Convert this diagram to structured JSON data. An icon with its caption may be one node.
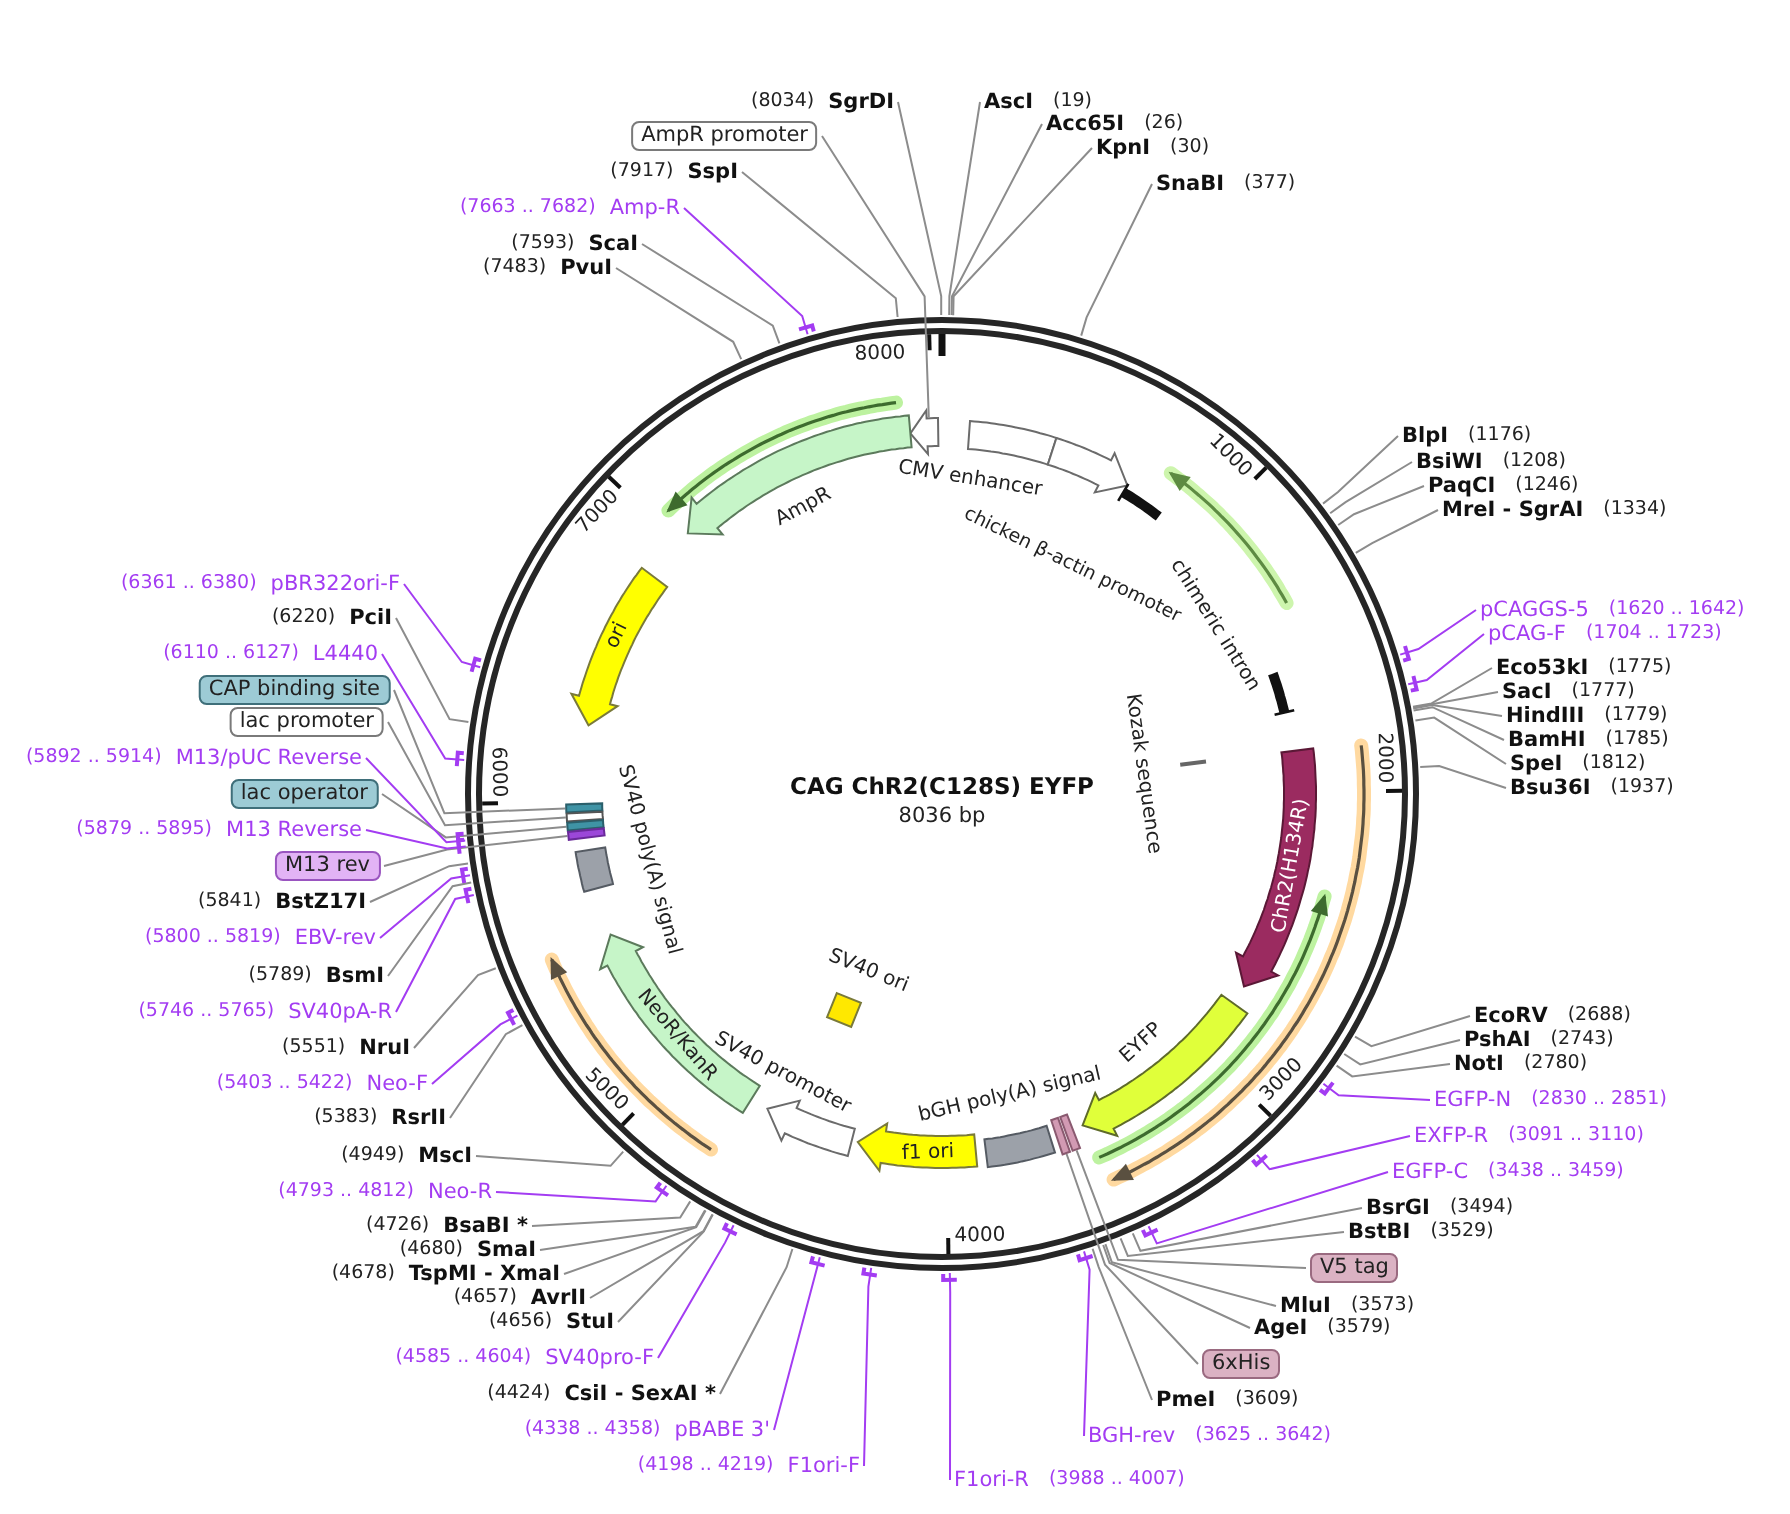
{
  "diagram": {
    "title": "CAG ChR2(C128S) EYFP",
    "nodes": [
      {
        "text": [
          "CMV enhancer"
        ]
      },
      {
        "text": [
          "chicken β-actin promoter"
        ]
      },
      {
        "text": [
          "chimeric intron"
        ]
      },
      {
        "text": [
          "Kozak sequence"
        ]
      },
      {
        "text": [
          "ChR2(H134R)"
        ]
      },
      {
        "text": [
          "EYFP"
        ]
      },
      {
        "text": [
          "bGH poly(A) signal"
        ]
      },
      {
        "text": [
          "f1 ori"
        ]
      },
      {
        "text": [
          "SV40 promoter"
        ]
      },
      {
        "text": [
          "SV40 ori"
        ]
      },
      {
        "text": [
          "NeoR/KanR"
        ]
      },
      {
        "text": [
          "SV40 poly(A) signal"
        ]
      },
      {
        "text": [
          "ori"
        ]
      },
      {
        "text": [
          "AmpR"
        ]
      },
      {
        "text": [],
        "shape": "arrow"
      },
      {
        "text": [],
        "shape": "bar"
      },
      {
        "text": [],
        "shape": "bar"
      },
      {
        "text": [],
        "shape": "bar"
      },
      {
        "text": [],
        "shape": "bar"
      },
      {
        "text": [],
        "shape": "bar"
      },
      {
        "text": [],
        "shape": "bar"
      },
      {
        "text": [
          "AscI",
          "(19)"
        ]
      },
      {
        "text": [
          "Acc65I",
          "(26)"
        ]
      },
      {
        "text": [
          "KpnI",
          "(30)"
        ]
      },
      {
        "text": [
          "SnaBI",
          "(377)"
        ]
      },
      {
        "text": [
          "BlpI",
          "(1176)"
        ]
      },
      {
        "text": [
          "BsiWI",
          "(1208)"
        ]
      },
      {
        "text": [
          "PaqCI",
          "(1246)"
        ]
      },
      {
        "text": [
          "MreI - SgrAI",
          "(1334)"
        ]
      },
      {
        "text": [
          "pCAGGS-5",
          "(1620 .. 1642)"
        ]
      },
      {
        "text": [
          "pCAG-F",
          "(1704 .. 1723)"
        ]
      },
      {
        "text": [
          "Eco53kI",
          "(1775)"
        ]
      },
      {
        "text": [
          "SacI",
          "(1777)"
        ]
      },
      {
        "text": [
          "HindIII",
          "(1779)"
        ]
      },
      {
        "text": [
          "BamHI",
          "(1785)"
        ]
      },
      {
        "text": [
          "SpeI",
          "(1812)"
        ]
      },
      {
        "text": [
          "Bsu36I",
          "(1937)"
        ]
      },
      {
        "text": [
          "EcoRV",
          "(2688)"
        ]
      },
      {
        "text": [
          "PshAI",
          "(2743)"
        ]
      },
      {
        "text": [
          "NotI",
          "(2780)"
        ]
      },
      {
        "text": [
          "EGFP-N",
          "(2830 .. 2851)"
        ]
      },
      {
        "text": [
          "EXFP-R",
          "(3091 .. 3110)"
        ]
      },
      {
        "text": [
          "EGFP-C",
          "(3438 .. 3459)"
        ]
      },
      {
        "text": [
          "BsrGI",
          "(3494)"
        ]
      },
      {
        "text": [
          "BstBI",
          "(3529)"
        ]
      },
      {
        "text": [
          "V5 tag"
        ]
      },
      {
        "text": [
          "MluI",
          "(3573)"
        ]
      },
      {
        "text": [
          "AgeI",
          "(3579)"
        ]
      },
      {
        "text": [
          "6xHis"
        ]
      },
      {
        "text": [
          "PmeI",
          "(3609)"
        ]
      },
      {
        "text": [
          "BGH-rev",
          "(3625 .. 3642)"
        ]
      },
      {
        "text": [
          "F1ori-R",
          "(3988 .. 4007)"
        ]
      },
      {
        "text": [
          "(4198 .. 4219)",
          "F1ori-F"
        ]
      },
      {
        "text": [
          "(4338 .. 4358)",
          "pBABE 3'"
        ]
      },
      {
        "text": [
          "(4424)",
          "CsiI - SexAI *"
        ]
      },
      {
        "text": [
          "(4585 .. 4604)",
          "SV40pro-F"
        ]
      },
      {
        "text": [
          "(4656)",
          "StuI"
        ]
      },
      {
        "text": [
          "(4657)",
          "AvrII"
        ]
      },
      {
        "text": [
          "(4678)",
          "TspMI - XmaI"
        ]
      },
      {
        "text": [
          "(4680)",
          "SmaI"
        ]
      },
      {
        "text": [
          "(4726)",
          "BsaBI *"
        ]
      },
      {
        "text": [
          "(4793 .. 4812)",
          "Neo-R"
        ]
      },
      {
        "text": [
          "(4949)",
          "MscI"
        ]
      },
      {
        "text": [
          "(5383)",
          "RsrII"
        ]
      },
      {
        "text": [
          "(5403 .. 5422)",
          "Neo-F"
        ]
      },
      {
        "text": [
          "(5551)",
          "NruI"
        ]
      },
      {
        "text": [
          "(5746 .. 5765)",
          "SV40pA-R"
        ]
      },
      {
        "text": [
          "(5789)",
          "BsmI"
        ]
      },
      {
        "text": [
          "(5800 .. 5819)",
          "EBV-rev"
        ]
      },
      {
        "text": [
          "(5841)",
          "BstZ17I"
        ]
      },
      {
        "text": [
          "M13 rev"
        ]
      },
      {
        "text": [
          "(5879 .. 5895)",
          "M13 Reverse"
        ]
      },
      {
        "text": [
          "lac operator"
        ]
      },
      {
        "text": [
          "(5892 .. 5914)",
          "M13/pUC Reverse"
        ]
      },
      {
        "text": [
          "lac promoter"
        ]
      },
      {
        "text": [
          "CAP binding site"
        ]
      },
      {
        "text": [
          "(6110 .. 6127)",
          "L4440"
        ]
      },
      {
        "text": [
          "(6220)",
          "PciI"
        ]
      },
      {
        "text": [
          "(6361 .. 6380)",
          "pBR322ori-F"
        ]
      },
      {
        "text": [
          "(7483)",
          "PvuI"
        ]
      },
      {
        "text": [
          "(7593)",
          "ScaI"
        ]
      },
      {
        "text": [
          "(7663 .. 7682)",
          "Amp-R"
        ]
      },
      {
        "text": [
          "(7917)",
          "SspI"
        ]
      },
      {
        "text": [
          "AmpR promoter"
        ]
      },
      {
        "text": [
          "(8034)",
          "SgrDI"
        ]
      }
    ],
    "edges": [
      {
        "from": 21,
        "to": null,
        "arrow": "none"
      },
      {
        "from": 22,
        "to": null,
        "arrow": "none"
      },
      {
        "from": 23,
        "to": null,
        "arrow": "none"
      },
      {
        "from": 24,
        "to": null,
        "arrow": "none"
      },
      {
        "from": 25,
        "to": null,
        "arrow": "none"
      },
      {
        "from": 26,
        "to": null,
        "arrow": "none"
      },
      {
        "from": 27,
        "to": null,
        "arrow": "none"
      },
      {
        "from": 28,
        "to": null,
        "arrow": "none"
      },
      {
        "from": 29,
        "to": null,
        "arrow": "none",
        "color": "#a33cf2"
      },
      {
        "from": 30,
        "to": null,
        "arrow": "none",
        "color": "#a33cf2"
      },
      {
        "from": 31,
        "to": null,
        "arrow": "none"
      },
      {
        "from": 32,
        "to": null,
        "arrow": "none"
      },
      {
        "from": 33,
        "to": null,
        "arrow": "none"
      },
      {
        "from": 34,
        "to": null,
        "arrow": "none"
      },
      {
        "from": 35,
        "to": null,
        "arrow": "none"
      },
      {
        "from": 36,
        "to": null,
        "arrow": "none"
      },
      {
        "from": 37,
        "to": null,
        "arrow": "none"
      },
      {
        "from": 38,
        "to": null,
        "arrow": "none"
      },
      {
        "from": 39,
        "to": null,
        "arrow": "none"
      },
      {
        "from": 40,
        "to": null,
        "arrow": "none",
        "color": "#a33cf2"
      },
      {
        "from": 41,
        "to": null,
        "arrow": "none",
        "color": "#a33cf2"
      },
      {
        "from": 42,
        "to": null,
        "arrow": "none",
        "color": "#a33cf2"
      },
      {
        "from": 43,
        "to": null,
        "arrow": "none"
      },
      {
        "from": 44,
        "to": null,
        "arrow": "none"
      },
      {
        "from": 45,
        "to": 19,
        "arrow": "none"
      },
      {
        "from": 46,
        "to": null,
        "arrow": "none"
      },
      {
        "from": 47,
        "to": null,
        "arrow": "none"
      },
      {
        "from": 48,
        "to": 20,
        "arrow": "none"
      },
      {
        "from": 49,
        "to": null,
        "arrow": "none"
      },
      {
        "from": 50,
        "to": null,
        "arrow": "none",
        "color": "#a33cf2"
      },
      {
        "from": 51,
        "to": null,
        "arrow": "none",
        "color": "#a33cf2"
      },
      {
        "from": 52,
        "to": null,
        "arrow": "none",
        "color": "#a33cf2"
      },
      {
        "from": 53,
        "to": null,
        "arrow": "none",
        "color": "#a33cf2"
      },
      {
        "from": 54,
        "to": null,
        "arrow": "none"
      },
      {
        "from": 55,
        "to": null,
        "arrow": "none",
        "color": "#a33cf2"
      },
      {
        "from": 56,
        "to": null,
        "arrow": "none"
      },
      {
        "from": 57,
        "to": null,
        "arrow": "none"
      },
      {
        "from": 58,
        "to": null,
        "arrow": "none"
      },
      {
        "from": 59,
        "to": null,
        "arrow": "none"
      },
      {
        "from": 60,
        "to": null,
        "arrow": "none"
      },
      {
        "from": 61,
        "to": null,
        "arrow": "none",
        "color": "#a33cf2"
      },
      {
        "from": 62,
        "to": null,
        "arrow": "none"
      },
      {
        "from": 63,
        "to": null,
        "arrow": "none"
      },
      {
        "from": 64,
        "to": null,
        "arrow": "none",
        "color": "#a33cf2"
      },
      {
        "from": 65,
        "to": null,
        "arrow": "none"
      },
      {
        "from": 66,
        "to": null,
        "arrow": "none",
        "color": "#a33cf2"
      },
      {
        "from": 67,
        "to": null,
        "arrow": "none"
      },
      {
        "from": 68,
        "to": null,
        "arrow": "none",
        "color": "#a33cf2"
      },
      {
        "from": 69,
        "to": null,
        "arrow": "none"
      },
      {
        "from": 70,
        "to": 18,
        "arrow": "none"
      },
      {
        "from": 71,
        "to": null,
        "arrow": "none",
        "color": "#a33cf2"
      },
      {
        "from": 72,
        "to": 17,
        "arrow": "none"
      },
      {
        "from": 73,
        "to": null,
        "arrow": "none",
        "color": "#a33cf2"
      },
      {
        "from": 74,
        "to": 16,
        "arrow": "none"
      },
      {
        "from": 75,
        "to": 15,
        "arrow": "none"
      },
      {
        "from": 76,
        "to": null,
        "arrow": "none",
        "color": "#a33cf2"
      },
      {
        "from": 77,
        "to": null,
        "arrow": "none"
      },
      {
        "from": 78,
        "to": null,
        "arrow": "none",
        "color": "#a33cf2"
      },
      {
        "from": 79,
        "to": null,
        "arrow": "none"
      },
      {
        "from": 80,
        "to": null,
        "arrow": "none"
      },
      {
        "from": 81,
        "to": null,
        "arrow": "none",
        "color": "#a33cf2"
      },
      {
        "from": 82,
        "to": null,
        "arrow": "none"
      },
      {
        "from": 83,
        "to": 14,
        "arrow": "none"
      },
      {
        "from": 84,
        "to": null,
        "arrow": "none"
      }
    ],
    "labels": [
      "8000",
      "1000",
      "2000",
      "3000",
      "4000",
      "5000",
      "6000",
      "7000",
      "8036 bp"
    ]
  }
}
